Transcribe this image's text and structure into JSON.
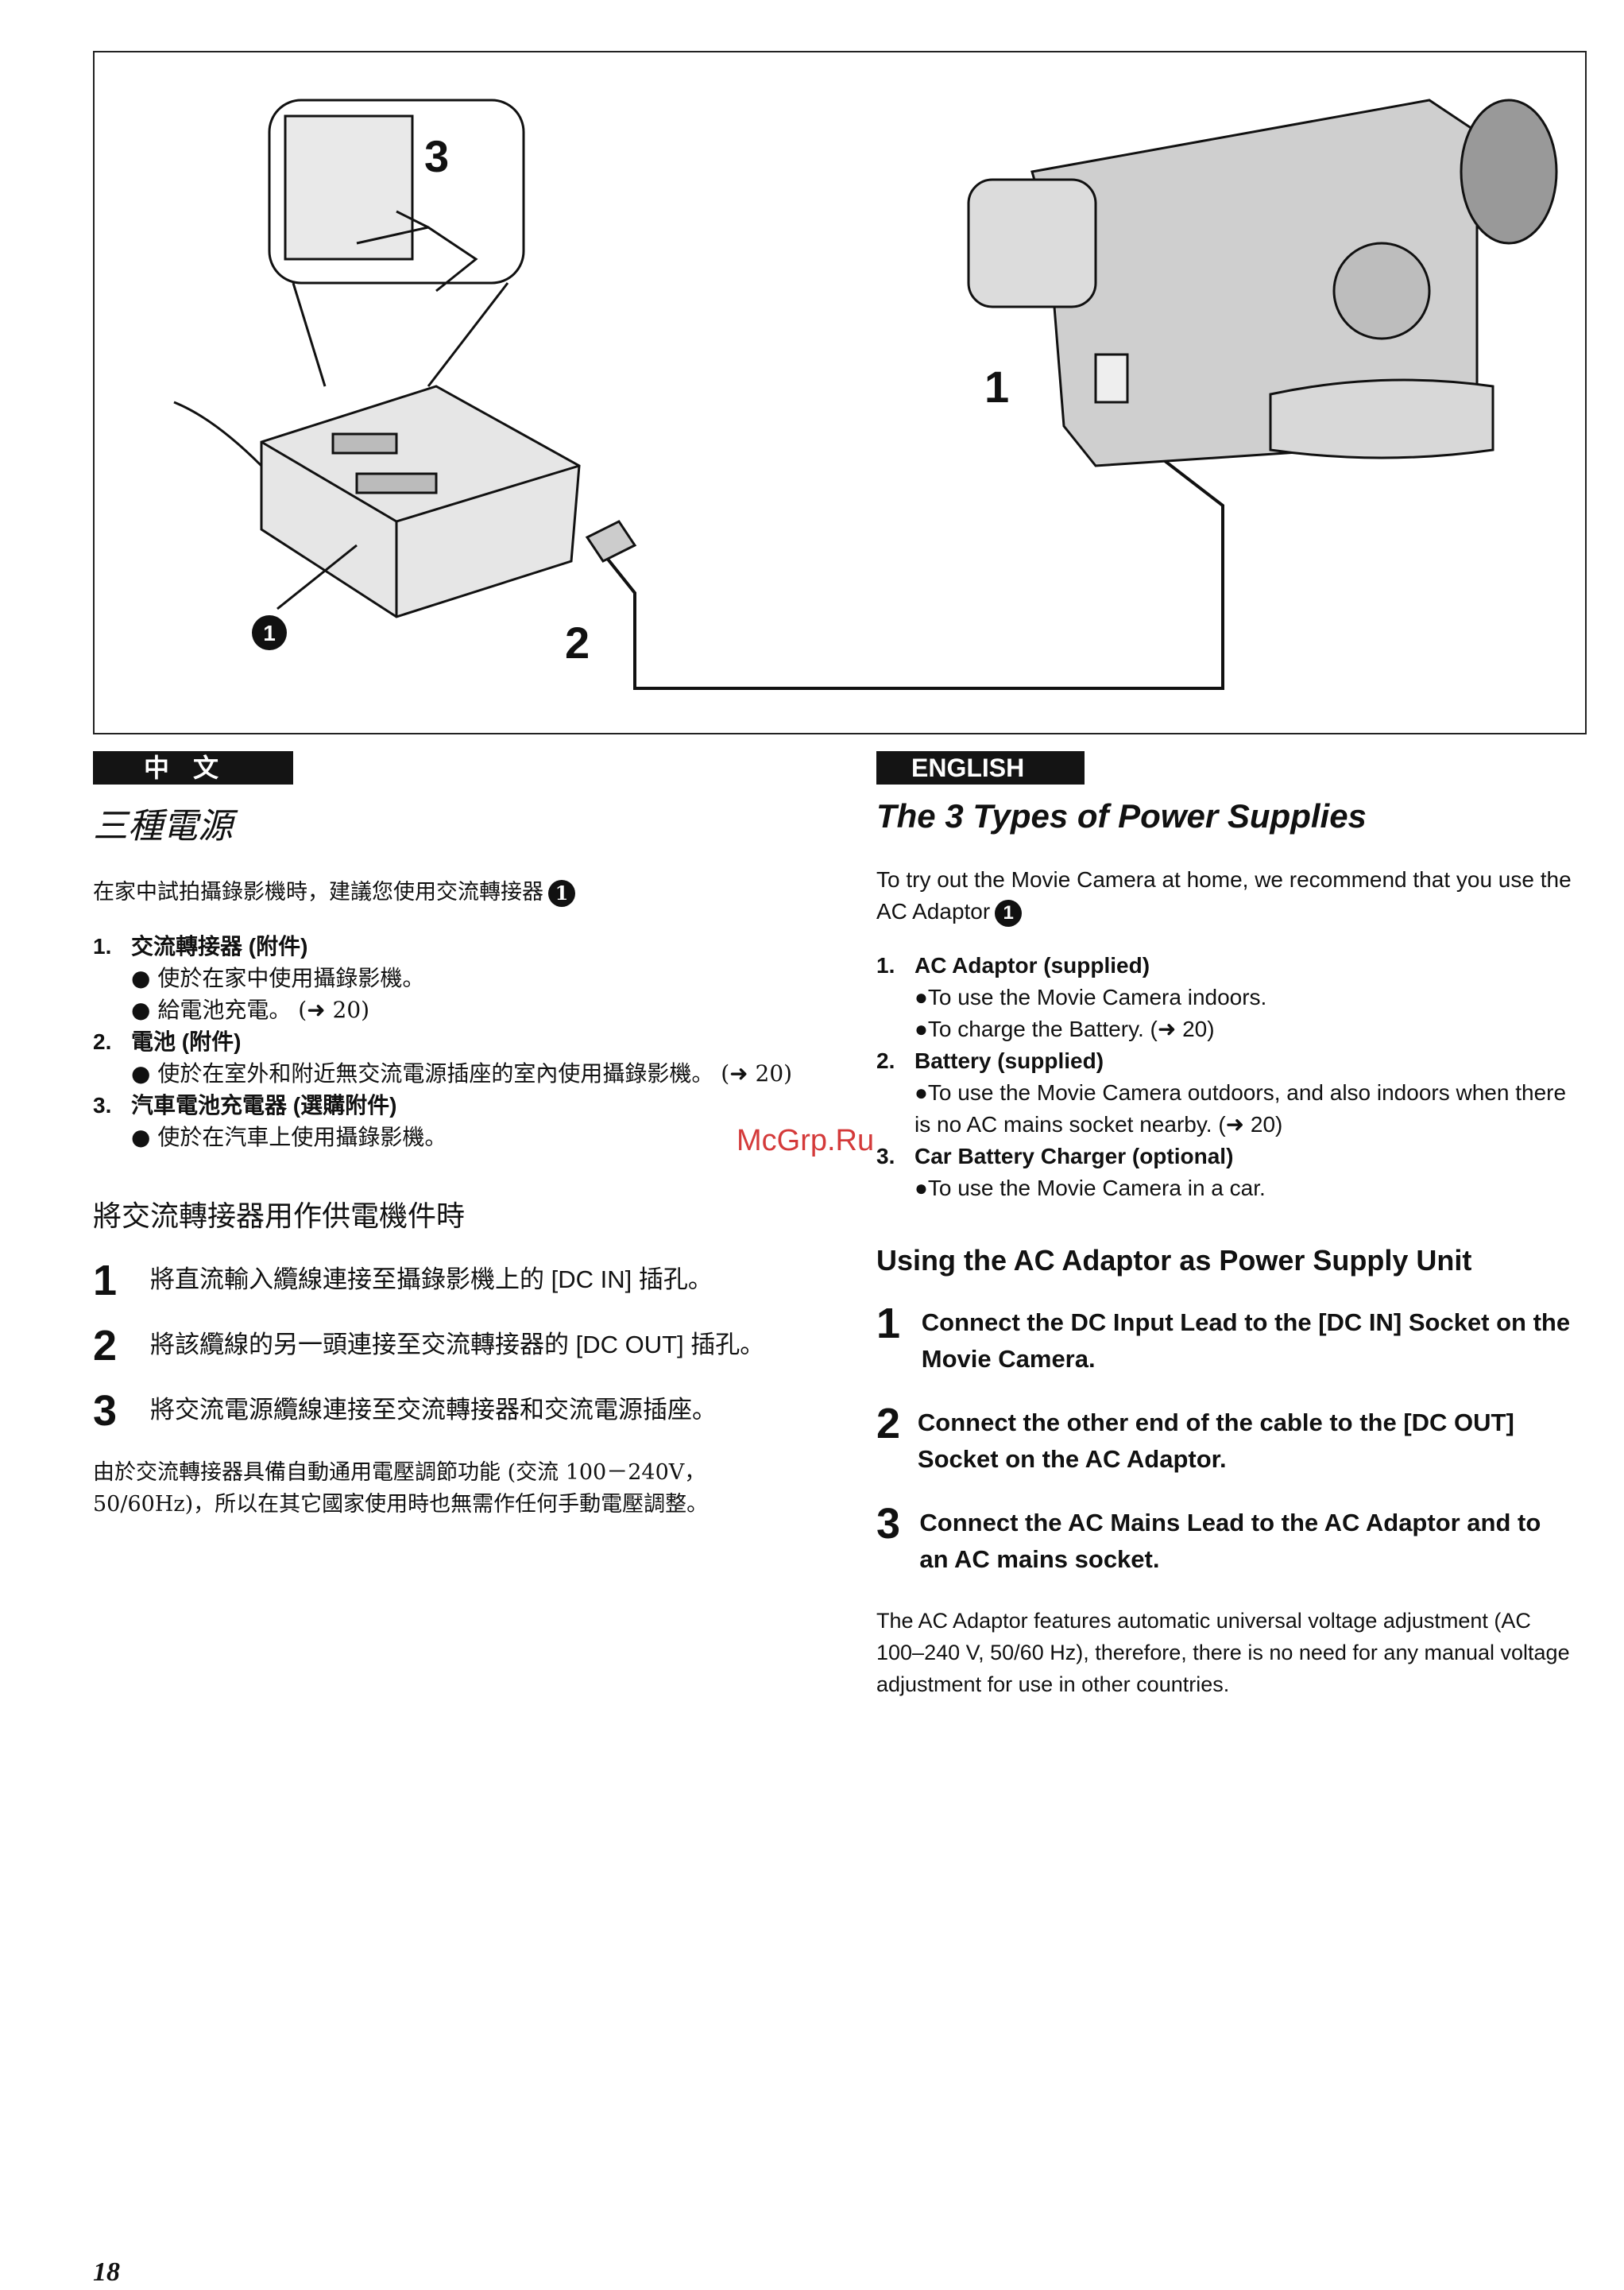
{
  "figure": {
    "callout_1": "1",
    "callout_2": "2",
    "callout_3": "3",
    "callout_adaptor": "1"
  },
  "chinese": {
    "tag": "中文",
    "title": "三種電源",
    "intro": "在家中試拍攝錄影機時，建議您使用交流轉接器",
    "intro_ref": "1",
    "items": [
      {
        "num": "1.",
        "title": "交流轉接器 (附件)",
        "bullets": [
          "● 使於在家中使用攝錄影機。",
          "● 給電池充電。 (➜ 20)"
        ]
      },
      {
        "num": "2.",
        "title": "電池 (附件)",
        "bullets": [
          "● 使於在室外和附近無交流電源插座的室內使用攝錄影機。 (➜ 20)"
        ]
      },
      {
        "num": "3.",
        "title": "汽車電池充電器 (選購附件)",
        "bullets": [
          "● 使於在汽車上使用攝錄影機。"
        ]
      }
    ],
    "subhead": "將交流轉接器用作供電機件時",
    "steps": [
      {
        "num": "1",
        "text": "將直流輸入纜線連接至攝錄影機上的 [DC IN] 插孔。"
      },
      {
        "num": "2",
        "text": "將該纜線的另一頭連接至交流轉接器的 [DC OUT] 插孔。"
      },
      {
        "num": "3",
        "text": "將交流電源纜線連接至交流轉接器和交流電源插座。"
      }
    ],
    "note": "由於交流轉接器具備自動通用電壓調節功能 (交流 100－240V，50/60Hz)，所以在其它國家使用時也無需作任何手動電壓調整。"
  },
  "english": {
    "tag": "ENGLISH",
    "title": "The 3 Types of Power Supplies",
    "intro": "To try out the Movie Camera at home, we recommend that you use the AC Adaptor",
    "intro_ref": "1",
    "items": [
      {
        "num": "1.",
        "title": "AC Adaptor (supplied)",
        "bullets": [
          "●To use the Movie Camera indoors.",
          "●To charge the Battery. (➜ 20)"
        ]
      },
      {
        "num": "2.",
        "title": "Battery (supplied)",
        "bullets": [
          "●To use the Movie Camera outdoors, and also indoors when there is no AC mains socket nearby. (➜ 20)"
        ]
      },
      {
        "num": "3.",
        "title": "Car Battery Charger (optional)",
        "bullets": [
          "●To use the Movie Camera in a car."
        ]
      }
    ],
    "subhead": "Using the AC Adaptor as Power Supply Unit",
    "steps": [
      {
        "num": "1",
        "text": "Connect the DC Input Lead to the [DC IN] Socket on the Movie Camera."
      },
      {
        "num": "2",
        "text": "Connect the other end of the cable to the [DC OUT] Socket on the AC Adaptor."
      },
      {
        "num": "3",
        "text": "Connect the AC Mains Lead to the AC Adaptor and to an AC mains socket."
      }
    ],
    "note": "The AC Adaptor features automatic universal voltage adjustment (AC 100–240 V, 50/60 Hz), therefore, there is no need for any manual voltage adjustment for use in other countries."
  },
  "watermark": "McGrp.Ru",
  "page_number": "18"
}
